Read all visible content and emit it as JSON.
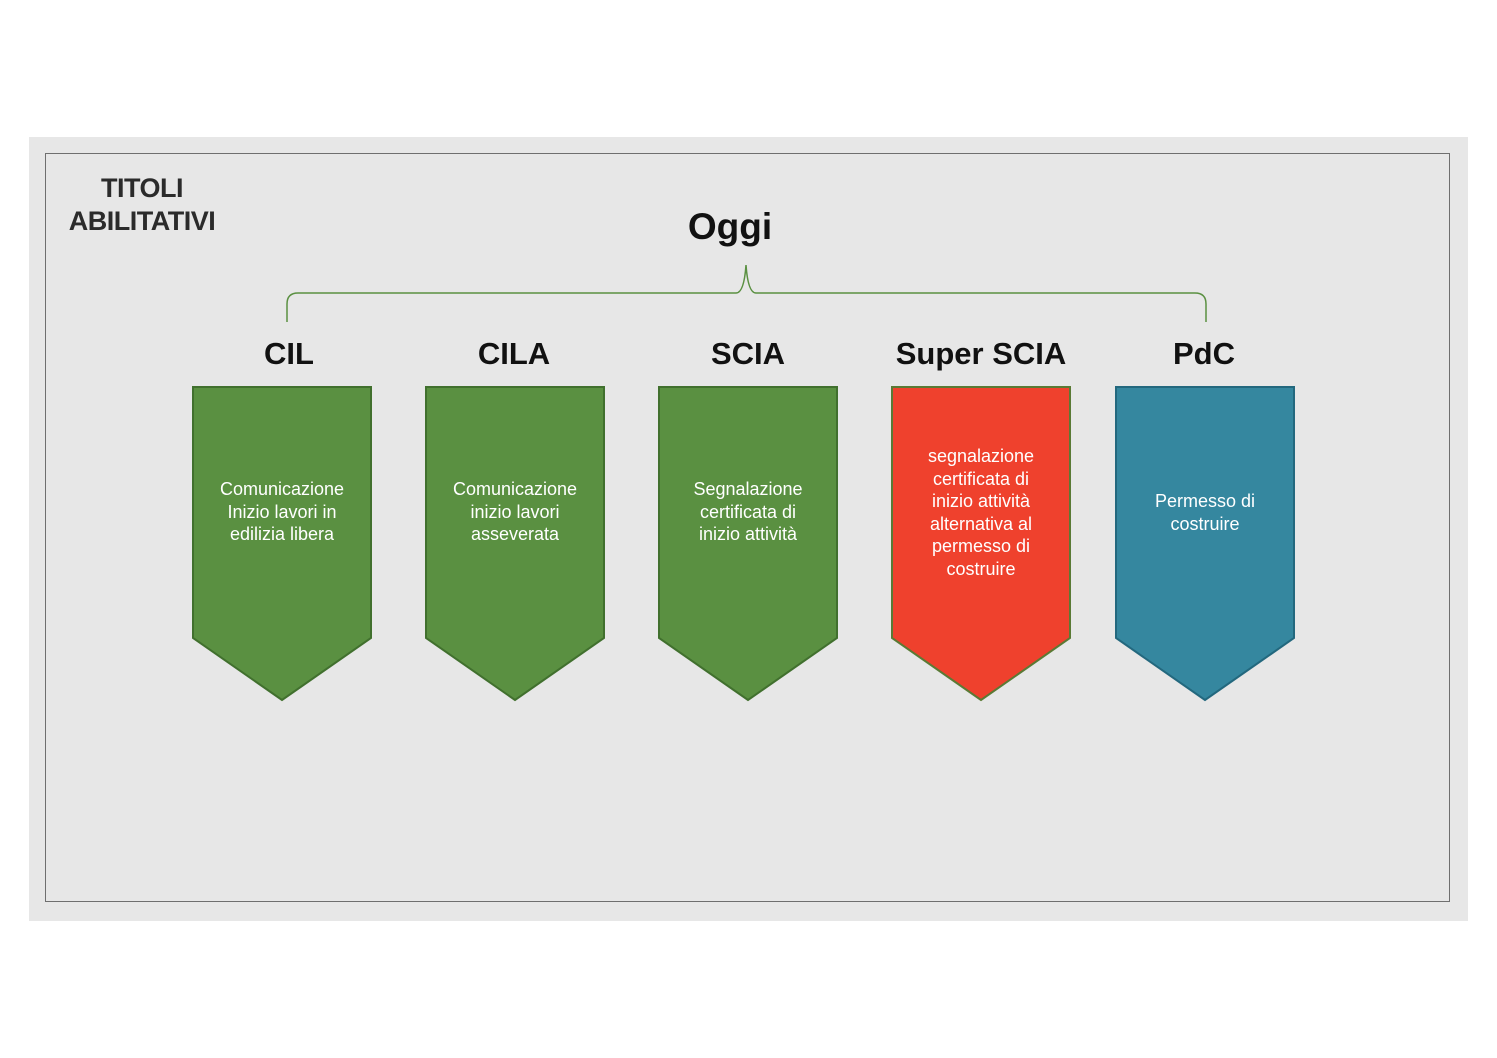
{
  "title": "TITOLI\nABILITATIVI",
  "root": "Oggi",
  "colors": {
    "green": "#5a9041",
    "green_border": "#41702e",
    "red": "#ef412d",
    "red_border": "#5a7a35",
    "teal": "#35879f",
    "teal_border": "#23687e",
    "brace": "#5a9041"
  },
  "categories": [
    {
      "label": "CIL",
      "description": "Comunicazione\nInizio lavori in\nedilizia libera",
      "color": "green"
    },
    {
      "label": "CILA",
      "description": "Comunicazione\ninizio lavori\nasseverata",
      "color": "green"
    },
    {
      "label": "SCIA",
      "description": "Segnalazione\ncertificata di\ninizio attività",
      "color": "green"
    },
    {
      "label": "Super SCIA",
      "description": "segnalazione\ncertificata di\ninizio attività\nalternativa al\npermesso di\ncostruire",
      "color": "red"
    },
    {
      "label": "PdC",
      "description": "Permesso di\ncostruire",
      "color": "teal"
    }
  ]
}
